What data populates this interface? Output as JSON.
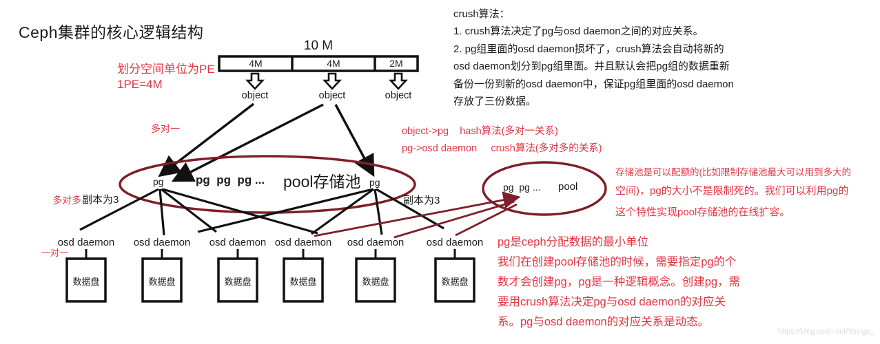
{
  "title": "Ceph集群的核心逻辑结构",
  "colors": {
    "red": "#e13644",
    "maroon": "#7e1f29",
    "ink": "#1c1c1c",
    "wm": "#dcdcdc"
  },
  "annotations": {
    "pe_line1": "划分空间单位为PE",
    "pe_line2": "1PE=4M",
    "many_to_one": "多对一",
    "many_to_many": "多对多",
    "one_to_one": "一对一",
    "replica_left": "副本为3",
    "replica_right": "副本为3",
    "mapping_line1": "object->pg    hash算法(多对一关系)",
    "mapping_line2": "pg->osd daemon     crush算法(多对多的关系)"
  },
  "storage_bar": {
    "total": "10 M",
    "segments": [
      {
        "label": "4M"
      },
      {
        "label": "4M"
      },
      {
        "label": "2M"
      }
    ]
  },
  "objects": [
    "object",
    "object",
    "object"
  ],
  "crush_note": {
    "lines": [
      "crush算法：",
      "1. crush算法决定了pg与osd daemon之间的对应关系。",
      "2. pg组里面的osd daemon损坏了，crush算法会自动将新的",
      "osd daemon划分到pg组里面。并且默认会把pg组的数据重新",
      "备份一份到新的osd daemon中，保证pg组里面的osd daemon",
      "存放了三份数据。"
    ]
  },
  "pool_main": {
    "pg_left": "pg",
    "pg_middle": "pg  pg  pg ...",
    "pool_label": "pool存储池",
    "pg_right": "pg"
  },
  "pool_small": {
    "pgs": "pg  pg ...",
    "pool": "pool"
  },
  "quota_note": {
    "lines": [
      "存储池是可以配额的(比如限制存储池最大可以用到多大的",
      "空间)，pg的大小不是限制死的。我们可以利用pg的",
      "这个特性实现pool存储池的在线扩容。"
    ]
  },
  "pg_note": {
    "lines": [
      "pg是ceph分配数据的最小单位",
      "我们在创建pool存储池的时候，需要指定pg的个",
      "数才会创建pg，pg是一种逻辑概念。创建pg，需",
      "要用crush算法决定pg与osd daemon的对应关",
      "系。pg与osd daemon的对应关系是动态。"
    ]
  },
  "osd": {
    "items": [
      {
        "label": "osd daemon",
        "disk": "数据盘"
      },
      {
        "label": "osd daemon",
        "disk": "数据盘"
      },
      {
        "label": "osd daemon",
        "disk": "数据盘"
      },
      {
        "label": "osd daemon",
        "disk": "数据盘"
      },
      {
        "label": "osd daemon",
        "disk": "数据盘"
      },
      {
        "label": "osd daemon",
        "disk": "数据盘"
      }
    ]
  },
  "watermark": "https://blog.csdn.net/Yosigo_"
}
